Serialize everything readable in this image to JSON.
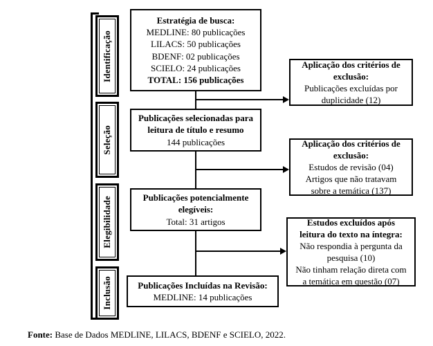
{
  "figure": {
    "type": "prisma-flow-diagram",
    "top_cut_caption": "",
    "footer": {
      "bold_prefix": "Fonte:",
      "text": " Base de Dados MEDLINE, LILACS, BDENF e SCIELO, 2022."
    }
  },
  "stages": [
    {
      "id": "identificacao",
      "label": "Identificação"
    },
    {
      "id": "selecao",
      "label": "Seleção"
    },
    {
      "id": "elegibilidade",
      "label": "Elegibilidade"
    },
    {
      "id": "inclusao",
      "label": "Inclusão"
    }
  ],
  "flow_boxes": [
    {
      "id": "busca",
      "lines": [
        {
          "text": "Estratégia de busca:",
          "bold": true
        },
        {
          "text": "MEDLINE: 80 publicações",
          "bold": false
        },
        {
          "text": "LILACS: 50 publicações",
          "bold": false
        },
        {
          "text": "BDENF: 02 publicações",
          "bold": false
        },
        {
          "text": "SCIELO: 24 publicações",
          "bold": false
        },
        {
          "text": "TOTAL: 156 publicações",
          "bold": true
        }
      ]
    },
    {
      "id": "selecionadas",
      "lines": [
        {
          "text": "Publicações selecionadas para",
          "bold": true
        },
        {
          "text": "leitura de título e resumo",
          "bold": true
        },
        {
          "text": "144 publicações",
          "bold": false
        }
      ]
    },
    {
      "id": "elegiveis",
      "lines": [
        {
          "text": "Publicações potencialmente",
          "bold": true
        },
        {
          "text": "elegíveis:",
          "bold": true
        },
        {
          "text": "Total: 31 artigos",
          "bold": false
        }
      ]
    },
    {
      "id": "incluidas",
      "lines": [
        {
          "text": "Publicações Incluídas na Revisão:",
          "bold": true
        },
        {
          "text": "MEDLINE: 14 publicações",
          "bold": false
        }
      ]
    }
  ],
  "exclusion_boxes": [
    {
      "id": "exclusao-duplicidade",
      "lines": [
        {
          "text": "Aplicação dos critérios de",
          "bold": true
        },
        {
          "text": "exclusão:",
          "bold": true
        },
        {
          "text": "Publicações excluídas por",
          "bold": false
        },
        {
          "text": "duplicidade (12)",
          "bold": false
        }
      ]
    },
    {
      "id": "exclusao-criterios",
      "lines": [
        {
          "text": "Aplicação dos critérios de",
          "bold": true
        },
        {
          "text": "exclusão:",
          "bold": true
        },
        {
          "text": "Estudos de revisão (04)",
          "bold": false
        },
        {
          "text": "Artigos que não tratavam",
          "bold": false
        },
        {
          "text": "sobre a temática (137)",
          "bold": false
        }
      ]
    },
    {
      "id": "exclusao-integra",
      "lines": [
        {
          "text": "Estudos excluídos após",
          "bold": true
        },
        {
          "text": "leitura do texto na íntegra:",
          "bold": true
        },
        {
          "text": "Não respondia à pergunta da",
          "bold": false
        },
        {
          "text": "pesquisa (10)",
          "bold": false
        },
        {
          "text": "Não tinham relação direta com",
          "bold": false
        },
        {
          "text": "a temática em questão (07)",
          "bold": false
        }
      ]
    }
  ]
}
